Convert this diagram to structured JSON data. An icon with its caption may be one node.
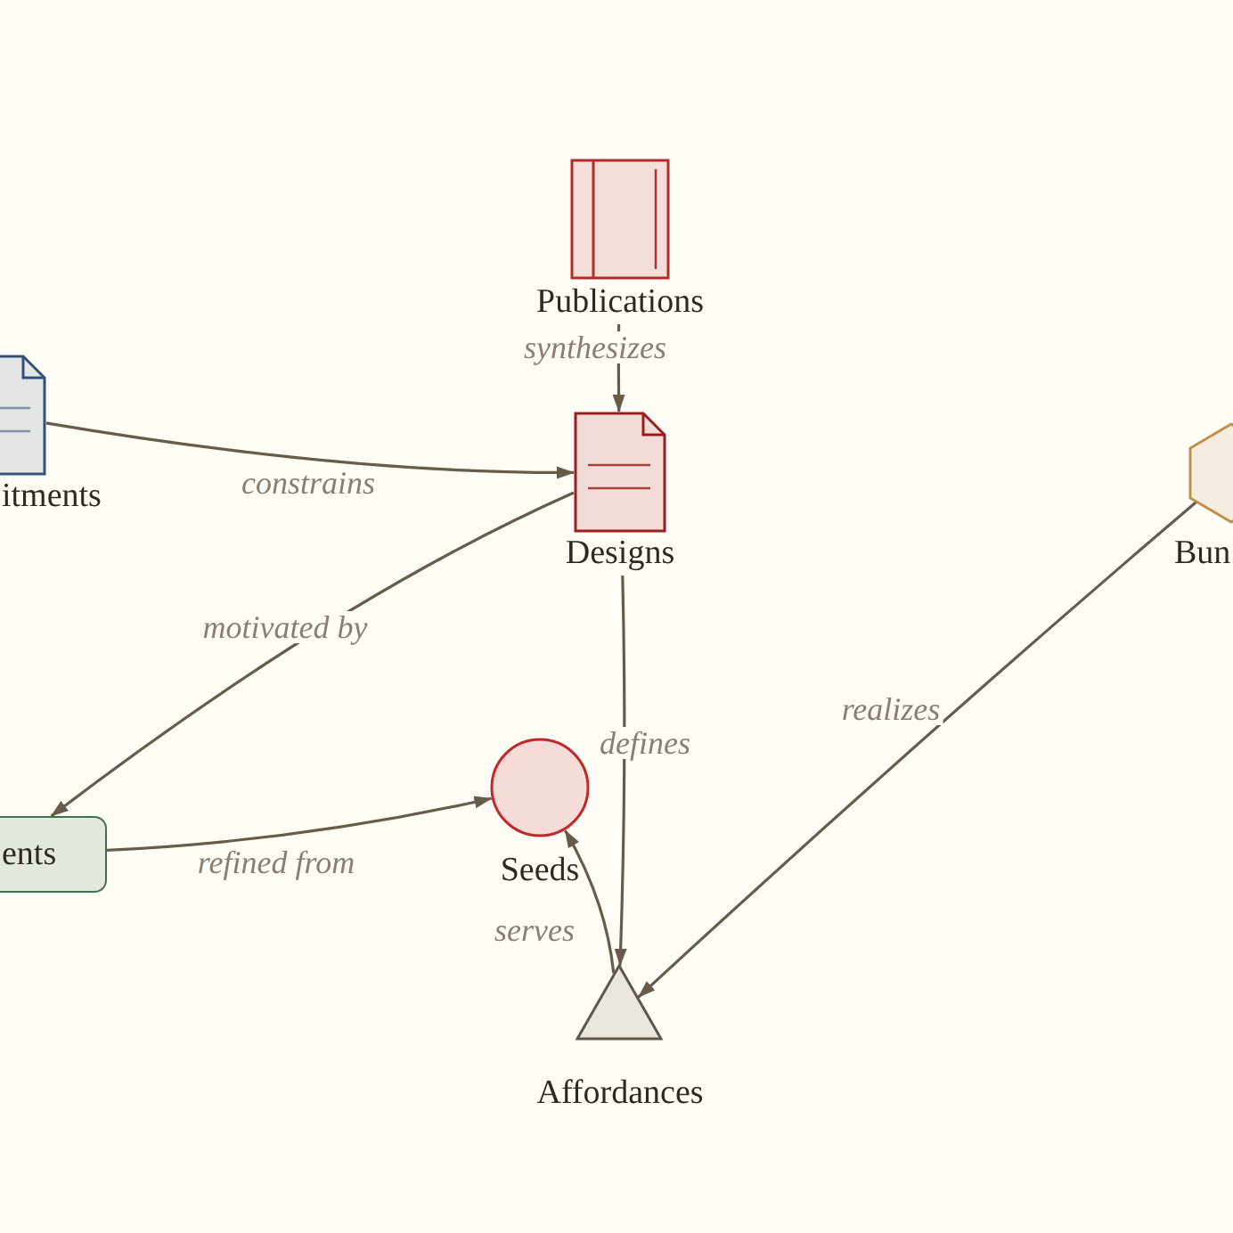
{
  "diagram": {
    "nodes": [
      {
        "text": [
          "Publications"
        ]
      },
      {
        "text": [
          "itments"
        ]
      },
      {
        "text": [
          "Designs"
        ]
      },
      {
        "text": [
          "Bun"
        ]
      },
      {
        "text": [
          "ents"
        ]
      },
      {
        "text": [
          "Seeds"
        ]
      },
      {
        "text": [
          "Affordances"
        ]
      }
    ],
    "edges": [
      {
        "from": 0,
        "to": 2,
        "arrow": "to",
        "label": "synthesizes"
      },
      {
        "from": 1,
        "to": 2,
        "arrow": "to",
        "label": "constrains"
      },
      {
        "from": 2,
        "to": 4,
        "arrow": "to",
        "label": "motivated by"
      },
      {
        "from": 4,
        "to": 5,
        "arrow": "to",
        "label": "refined from"
      },
      {
        "from": 2,
        "to": 6,
        "arrow": "to",
        "label": "defines"
      },
      {
        "from": 6,
        "to": 5,
        "arrow": "to",
        "label": "serves"
      },
      {
        "from": 3,
        "to": 6,
        "arrow": "to",
        "label": "realizes"
      }
    ]
  }
}
